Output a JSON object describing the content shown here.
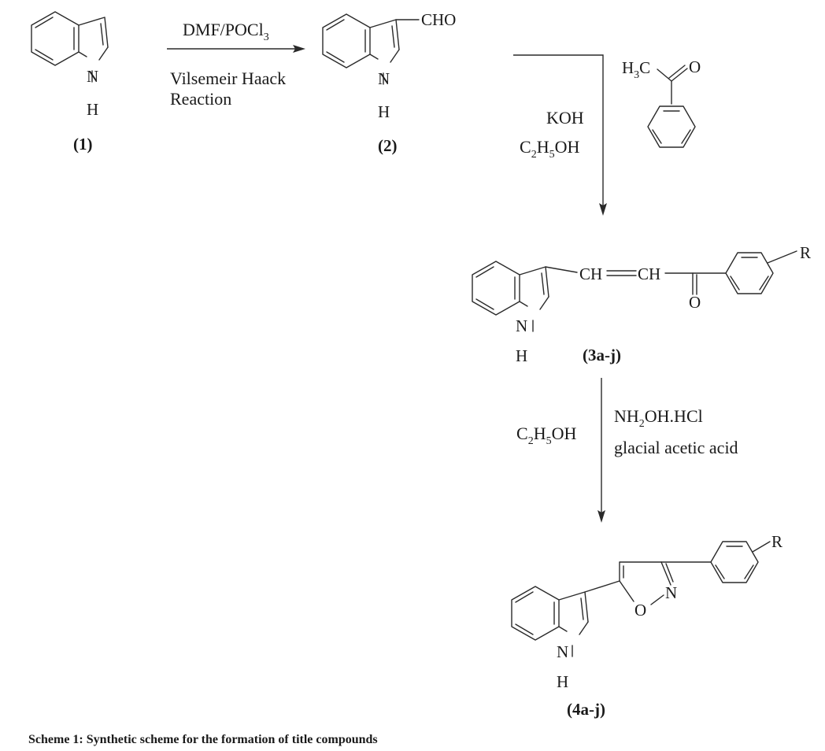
{
  "compounds": {
    "c1": {
      "label": "(1)"
    },
    "c2": {
      "label": "(2)",
      "substituent": "CHO"
    },
    "c3": {
      "label": "(3a-j)",
      "linker_ch": "CH",
      "substituent_r": "R",
      "carbonyl_o": "O"
    },
    "c4": {
      "label": "(4a-j)",
      "ring_o": "O",
      "ring_n": "N",
      "substituent_r": "R"
    },
    "acetophenone": {
      "h3c_h": "H",
      "h3c_sub": "3",
      "h3c_c": "C",
      "carbonyl_o": "O"
    }
  },
  "atoms": {
    "n": "N",
    "h": "H"
  },
  "reagents": {
    "step1": {
      "reagent_main": "DMF/POCl",
      "reagent_sub": "3",
      "name_line1": "Vilsemeir Haack",
      "name_line2": "Reaction"
    },
    "step2": {
      "base": "KOH",
      "solvent_c": "C",
      "solvent_sub1": "2",
      "solvent_h": "H",
      "solvent_sub2": "5",
      "solvent_oh": "OH"
    },
    "step3": {
      "reagent_nh": "NH",
      "reagent_sub": "2",
      "reagent_rest": "OH.HCl",
      "acid": "glacial acetic acid",
      "solvent_c": "C",
      "solvent_sub1": "2",
      "solvent_h": "H",
      "solvent_sub2": "5",
      "solvent_oh": "OH"
    }
  },
  "caption": "Scheme 1: Synthetic scheme for the formation of title compounds"
}
